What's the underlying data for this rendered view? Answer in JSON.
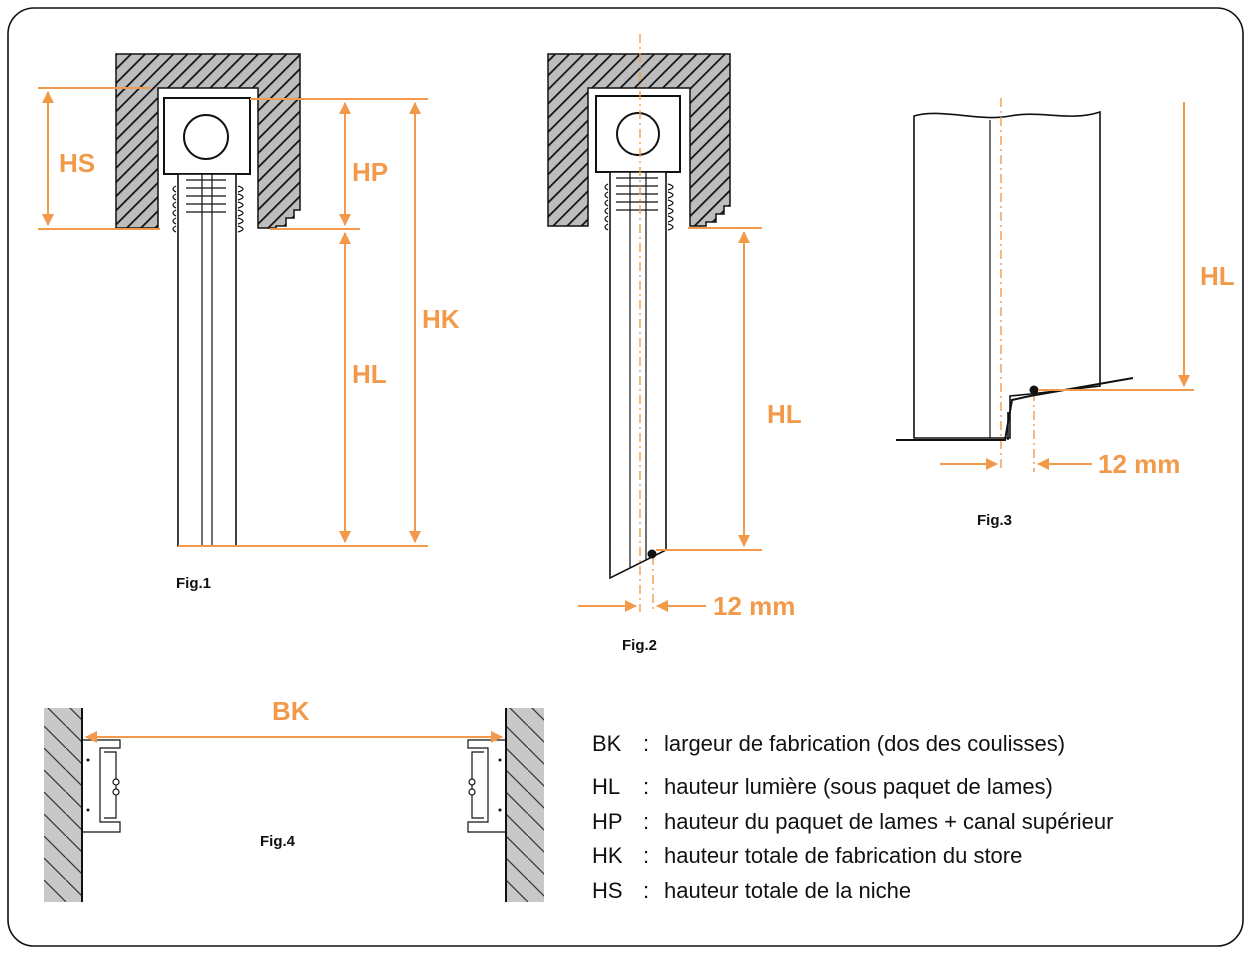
{
  "colors": {
    "accent": "#f29a4a",
    "ink": "#111111",
    "wall": "#c8c8c8"
  },
  "figures": {
    "fig1": {
      "caption": "Fig.1",
      "hs": "HS",
      "hp": "HP",
      "hl": "HL",
      "hk": "HK"
    },
    "fig2": {
      "caption": "Fig.2",
      "hl": "HL",
      "offset": "12 mm"
    },
    "fig3": {
      "caption": "Fig.3",
      "hl": "HL",
      "offset": "12 mm"
    },
    "fig4": {
      "caption": "Fig.4",
      "bk": "BK"
    }
  },
  "legend": [
    {
      "abbr": "BK",
      "sep": ":",
      "desc": "largeur de fabrication (dos des coulisses)"
    },
    {
      "abbr": "HL",
      "sep": ":",
      "desc": "hauteur lumière (sous paquet de lames)"
    },
    {
      "abbr": "HP",
      "sep": ":",
      "desc": "hauteur du paquet de lames + canal supérieur"
    },
    {
      "abbr": "HK",
      "sep": ":",
      "desc": "hauteur totale de fabrication du store"
    },
    {
      "abbr": "HS",
      "sep": ":",
      "desc": "hauteur totale de la niche"
    }
  ]
}
